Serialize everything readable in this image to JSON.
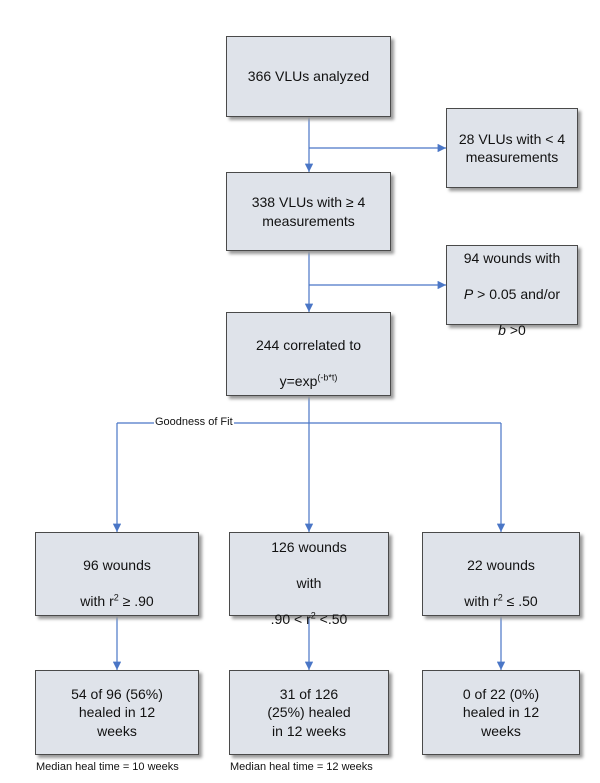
{
  "nodes": {
    "analyzed": "366 VLUs analyzed",
    "excluded_measure": "28 VLUs with < 4\nmeasurements",
    "included": "338 VLUs with ≥ 4\nmeasurements",
    "excluded_p": {
      "line1": "94 wounds with",
      "P": "P",
      "line2": " > 0.05 and/or",
      "b": "b",
      "line3": " >0"
    },
    "correlated": {
      "line1": "244 correlated to",
      "eq_base": "y=exp",
      "eq_sup": "(-b*t)"
    },
    "group_high": {
      "line1": "96 wounds",
      "pre": "with r",
      "sup": "2",
      "post": " ≥ .90"
    },
    "group_mid": {
      "line1": "126 wounds",
      "line2": "with",
      "pre": ".90 < r",
      "sup": "2",
      "post": " <.50"
    },
    "group_low": {
      "line1": "22 wounds",
      "pre": "with r",
      "sup": "2",
      "post": " ≤ .50"
    },
    "healed_high": "54 of 96 (56%)\nhealed in 12\nweeks",
    "healed_mid": "31 of 126\n(25%) healed\nin 12 weeks",
    "healed_low": "0 of 22 (0%)\nhealed in 12\nweeks"
  },
  "goodness_label": "Goodness of Fit",
  "median_high": "Median heal time = 10 weeks",
  "median_mid": "Median heal time = 12 weeks",
  "colors": {
    "box_fill": "#dfe3ea",
    "arrow": "#4a76c6"
  }
}
